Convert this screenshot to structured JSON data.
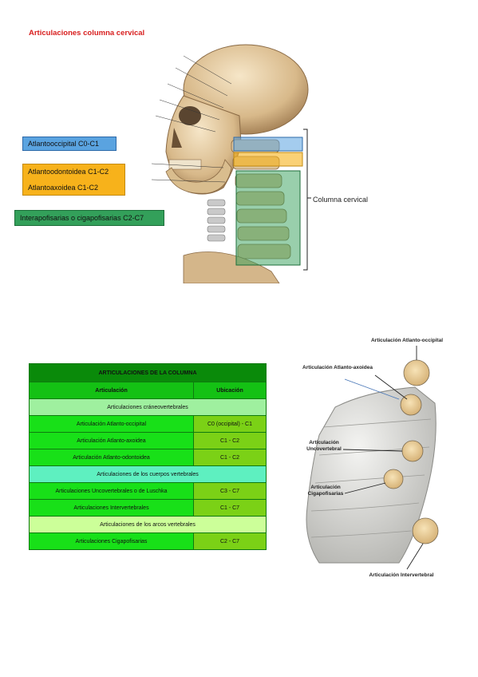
{
  "title": "Articulaciones columna cervical",
  "figure1": {
    "boxes": {
      "blue": "Atlantooccipital C0-C1",
      "orange_line1": "Atlantoodontoidea C1-C2",
      "orange_line2": "Atlantoaxoidea C1-C2",
      "green": "Interapofisarias o cigapofisarias C2-C7"
    },
    "region_label": "Columna cervical",
    "colors": {
      "blue": "#5aa3e0",
      "orange": "#f7b21b",
      "green": "#33a05a"
    }
  },
  "table": {
    "title": "ARTICULACIONES DE LA COLUMNA",
    "headers": [
      "Articulación",
      "Ubicación"
    ],
    "sections": [
      {
        "name": "Articulaciones cráneovertebrales",
        "rows": [
          [
            "Articulación Atlanto-occipital",
            "C0 (occipital) - C1"
          ],
          [
            "Articulación Atlanto-axoidea",
            "C1 - C2"
          ],
          [
            "Articulación Atlanto-odontoidea",
            "C1 - C2"
          ]
        ]
      },
      {
        "name": "Articulaciones de los cuerpos vertebrales",
        "rows": [
          [
            "Articulaciones Uncovertebrales o de Luschka",
            "C3 - C7"
          ],
          [
            "Articulaciones Intervertebrales",
            "C1 - C7"
          ]
        ]
      },
      {
        "name": "Articulaciones de los arcos vertebrales",
        "rows": [
          [
            "Articulaciones Cigapofisarias",
            "C2 - C7"
          ]
        ]
      }
    ]
  },
  "figure2": {
    "labels": {
      "atlanto_occipital": "Articulación Atlanto-occipital",
      "atlanto_axoidea": "Articulación Atlanto-axoidea",
      "uncovertebral": "Articulación Uncovertebral",
      "cigapofisarias": "Articulación Cigapofisarias",
      "intervertebral": "Articulación Intervertebral"
    }
  }
}
